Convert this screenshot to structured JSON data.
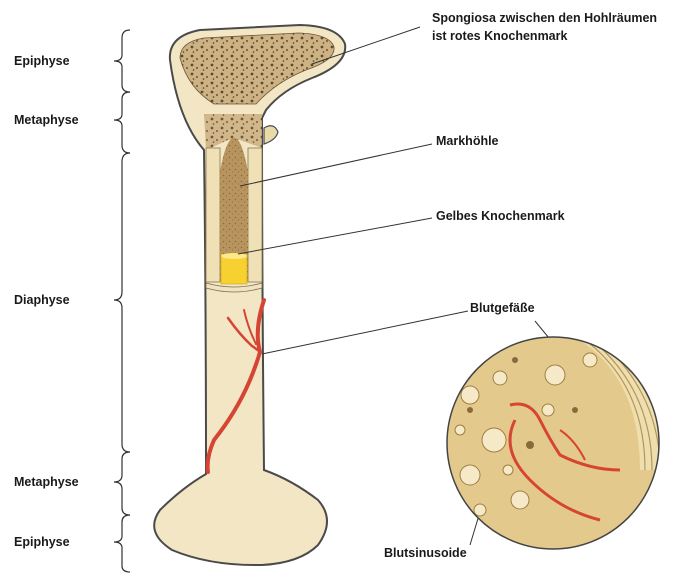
{
  "regions": {
    "epiphyse_top": "Epiphyse",
    "metaphyse_top": "Metaphyse",
    "diaphyse": "Diaphyse",
    "metaphyse_bottom": "Metaphyse",
    "epiphyse_bottom": "Epiphyse"
  },
  "labels": {
    "spongiosa_line1": "Spongiosa zwischen den Hohlräumen",
    "spongiosa_line2": "ist rotes Knochenmark",
    "markhoehle": "Markhöhle",
    "gelbes": "Gelbes Knochenmark",
    "blutgefaesse": "Blutgefäße",
    "blutsinusoide": "Blutsinusoide"
  },
  "colors": {
    "bone_outer": "#f2e6c4",
    "bone_outline": "#4a4a4a",
    "spongy": "#c9ad7c",
    "spongy_dot": "#5e4a2e",
    "marrow_cavity": "#b8955e",
    "yellow_marrow": "#f6d12f",
    "vessel": "#d64534"
  }
}
